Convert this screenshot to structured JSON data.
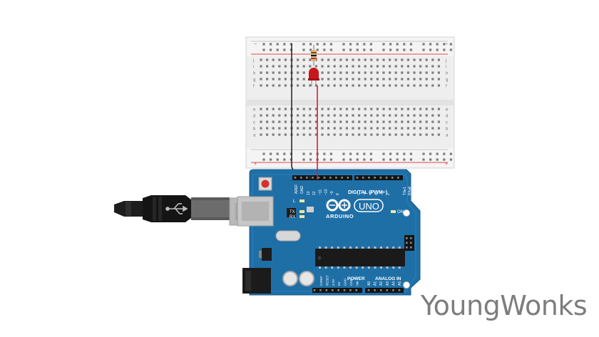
{
  "board": {
    "brand_logo_text": "ARDUINO",
    "model_text": "UNO",
    "digital_header_label": "DIGITAL (PWM~)",
    "tx_header_label": "TX▸1",
    "rx_header_label": "RX◂0",
    "on_led_label": "ON",
    "l_led_label": "L",
    "tx_led_label": "TX",
    "rx_led_label": "RX",
    "aref_label": "AREF",
    "gnd_label": "GND",
    "power_header_label": "POWER",
    "analog_header_label": "ANALOG IN",
    "digital_pins": [
      "13",
      "12",
      "~11",
      "~10",
      "~9",
      "8",
      "7",
      "~6",
      "~5",
      "4",
      "~3",
      "2"
    ],
    "power_pins": [
      "IOREF",
      "RESET",
      "3.3V",
      "5V",
      "GND",
      "GND",
      "Vin"
    ],
    "analog_pins": [
      "A0",
      "A1",
      "A2",
      "A3",
      "A4",
      "A5"
    ],
    "board_color": "#1f6fa7"
  },
  "breadboard": {
    "row_letters_top": [
      "j",
      "i",
      "h",
      "g",
      "f"
    ],
    "row_letters_bottom": [
      "e",
      "d",
      "c",
      "b",
      "a"
    ],
    "rail_minus": "−",
    "rail_plus": "+",
    "column_count": 30
  },
  "circuit": {
    "wire_gnd_color": "#2b2b2b",
    "wire_signal_color": "#d3202a",
    "led_color": "#c8161d"
  },
  "watermark": {
    "text": "YoungWonks"
  }
}
